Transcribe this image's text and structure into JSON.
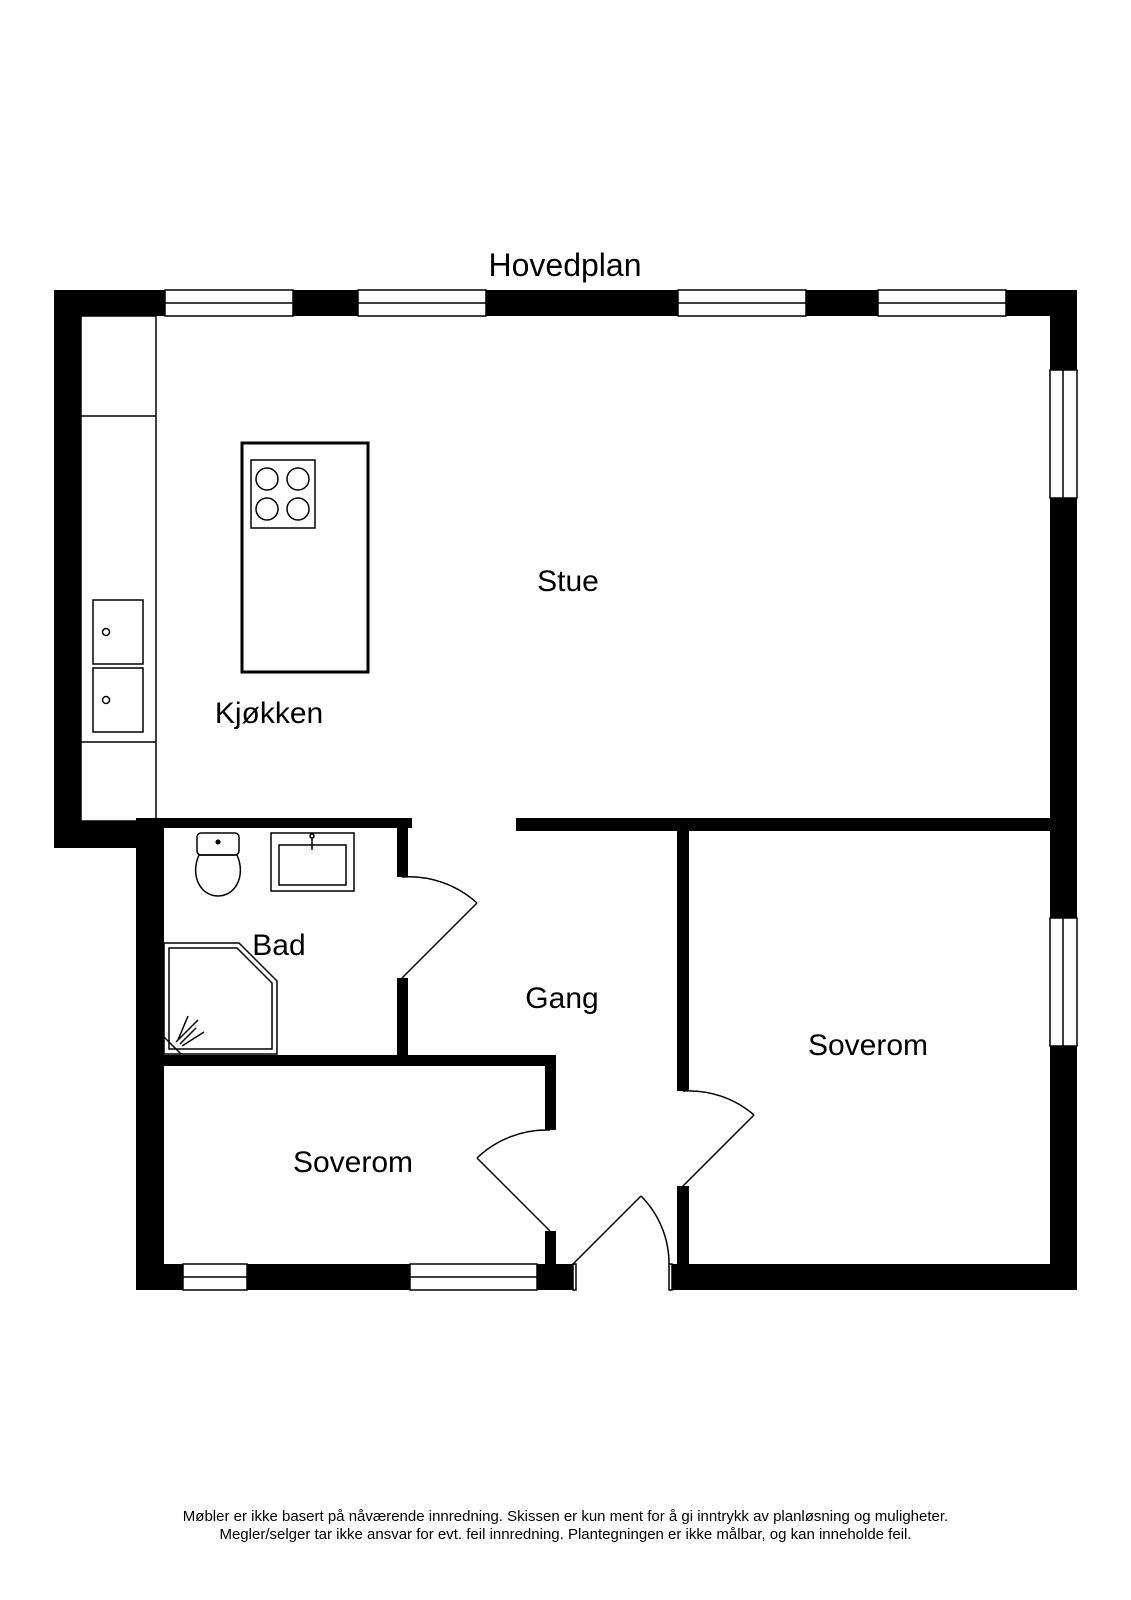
{
  "plan": {
    "title": "Hovedplan",
    "rooms": {
      "stue": "Stue",
      "kjokken": "Kjøkken",
      "bad": "Bad",
      "gang": "Gang",
      "soverom_right": "Soverom",
      "soverom_left": "Soverom"
    }
  },
  "colors": {
    "wall": "#000000",
    "background": "#ffffff"
  },
  "icons": [
    "stove-icon",
    "sink-icon",
    "toilet-icon",
    "shower-icon"
  ],
  "disclaimer": {
    "line1": "Møbler er ikke basert på nåværende innredning. Skissen er kun ment for å gi inntrykk av planløsning og muligheter.",
    "line2": "Megler/selger tar ikke ansvar for evt. feil innredning. Plantegningen er ikke målbar, og kan inneholde feil."
  }
}
